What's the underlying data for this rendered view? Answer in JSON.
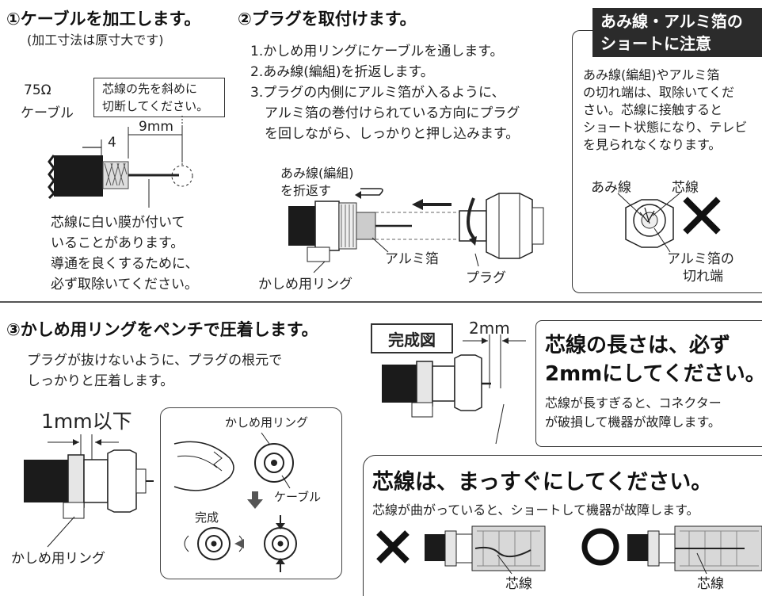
{
  "step1": {
    "title": "①ケーブルを加工します。",
    "sub": "(加工寸法は原寸大です)",
    "cable_label": [
      "75Ω",
      "ケーブル"
    ],
    "callout": [
      "芯線の先を斜めに",
      "切断してください。"
    ],
    "dim_4": "4",
    "dim_9": "9mm",
    "note": [
      "芯線に白い膜が付いて",
      "いることがあります。",
      "導通を良くするために、",
      "必ず取除いてください。"
    ]
  },
  "step2": {
    "title": "②プラグを取付けます。",
    "lines": [
      "1.かしめ用リングにケーブルを通します。",
      "2.あみ線(編組)を折返します。",
      "3.プラグの内側にアルミ箔が入るように、",
      "アルミ箔の巻付けられている方向にプラグ",
      "を回しながら、しっかりと押し込みます。"
    ],
    "fold_label": [
      "あみ線(編組)",
      "を折返す"
    ],
    "foil_label": "アルミ箔",
    "ring_label": "かしめ用リング",
    "plug_label": "プラグ"
  },
  "warning": {
    "title": [
      "あみ線・アルミ箔の",
      "ショートに注意"
    ],
    "body": [
      "あみ線(編組)やアルミ箔",
      "の切れ端は、取除いてくだ",
      "さい。芯線に接触すると",
      "ショート状態になり、テレビ",
      "を見られなくなります。"
    ],
    "label_braid": "あみ線",
    "label_core": "芯線",
    "label_foil": [
      "アルミ箔の",
      "切れ端"
    ]
  },
  "step3": {
    "title": "③かしめ用リングをペンチで圧着します。",
    "lines": [
      "プラグが抜けないように、プラグの根元で",
      "しっかりと圧着します。"
    ],
    "dim": "1mm以下",
    "ring_label": "かしめ用リング",
    "inset_ring": "かしめ用リング",
    "inset_cable": "ケーブル",
    "inset_done": "完成"
  },
  "complete": {
    "badge": "完成図",
    "dim": "2mm",
    "headline": [
      "芯線の長さは、必ず",
      "2mmにしてください。"
    ],
    "body": [
      "芯線が長すぎると、コネクター",
      "が破損して機器が故障します。"
    ]
  },
  "straight": {
    "headline": "芯線は、まっすぐにしてください。",
    "body": "芯線が曲がっていると、ショートして機器が故障します。",
    "bad_label": "芯線",
    "good_label": "芯線"
  }
}
